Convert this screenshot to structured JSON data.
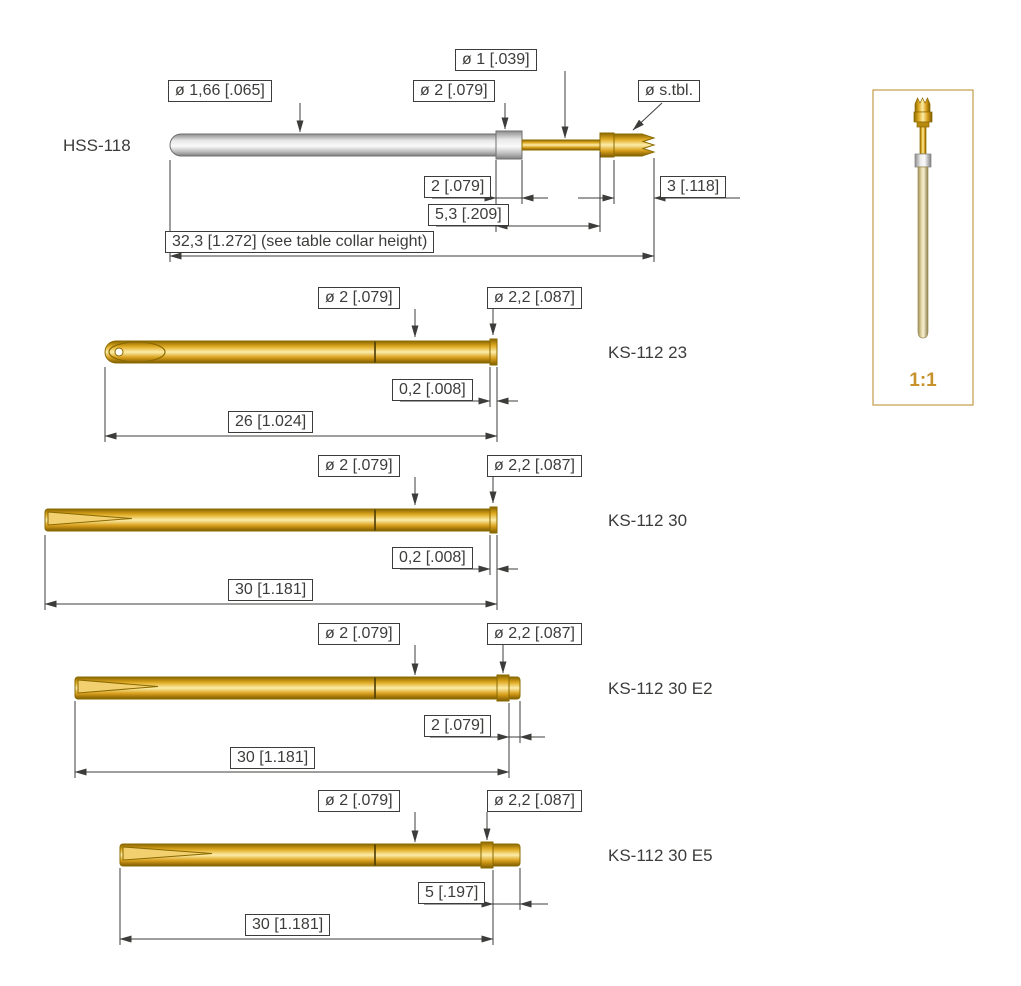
{
  "colors": {
    "gold": "#DFA921",
    "gold_dark": "#8A6700",
    "silver": "#CFCFCF",
    "dimension_lines": "#3C3C3B",
    "scale_accent": "#C8922B",
    "scale_box_border": "#C49B4A"
  },
  "scale_box": {
    "label": "1:1"
  },
  "probes": {
    "hss118": {
      "name": "HSS-118",
      "dia_barrel": "ø 1,66 [.065]",
      "dia_collar": "ø 2 [.079]",
      "dia_plunger": "ø 1 [.039]",
      "dia_tip": "ø s.tbl.",
      "len_collar": "2 [.079]",
      "len_front": "5,3 [.209]",
      "len_tip": "3 [.118]",
      "len_total": "32,3 [1.272] (see table collar height)"
    },
    "ks112_23": {
      "name": "KS-112 23",
      "dia_body": "ø 2 [.079]",
      "dia_flange": "ø 2,2 [.087]",
      "len_flange": "0,2 [.008]",
      "len_total": "26 [1.024]"
    },
    "ks112_30": {
      "name": "KS-112 30",
      "dia_body": "ø 2 [.079]",
      "dia_flange": "ø 2,2 [.087]",
      "len_flange": "0,2 [.008]",
      "len_total": "30 [1.181]"
    },
    "ks112_30_e2": {
      "name": "KS-112 30 E2",
      "dia_body": "ø 2 [.079]",
      "dia_flange": "ø 2,2 [.087]",
      "len_flange_to_tip": "2 [.079]",
      "len_total": "30 [1.181]"
    },
    "ks112_30_e5": {
      "name": "KS-112 30 E5",
      "dia_body": "ø 2 [.079]",
      "dia_flange": "ø 2,2 [.087]",
      "len_flange_to_tip": "5 [.197]",
      "len_total": "30 [1.181]"
    }
  }
}
